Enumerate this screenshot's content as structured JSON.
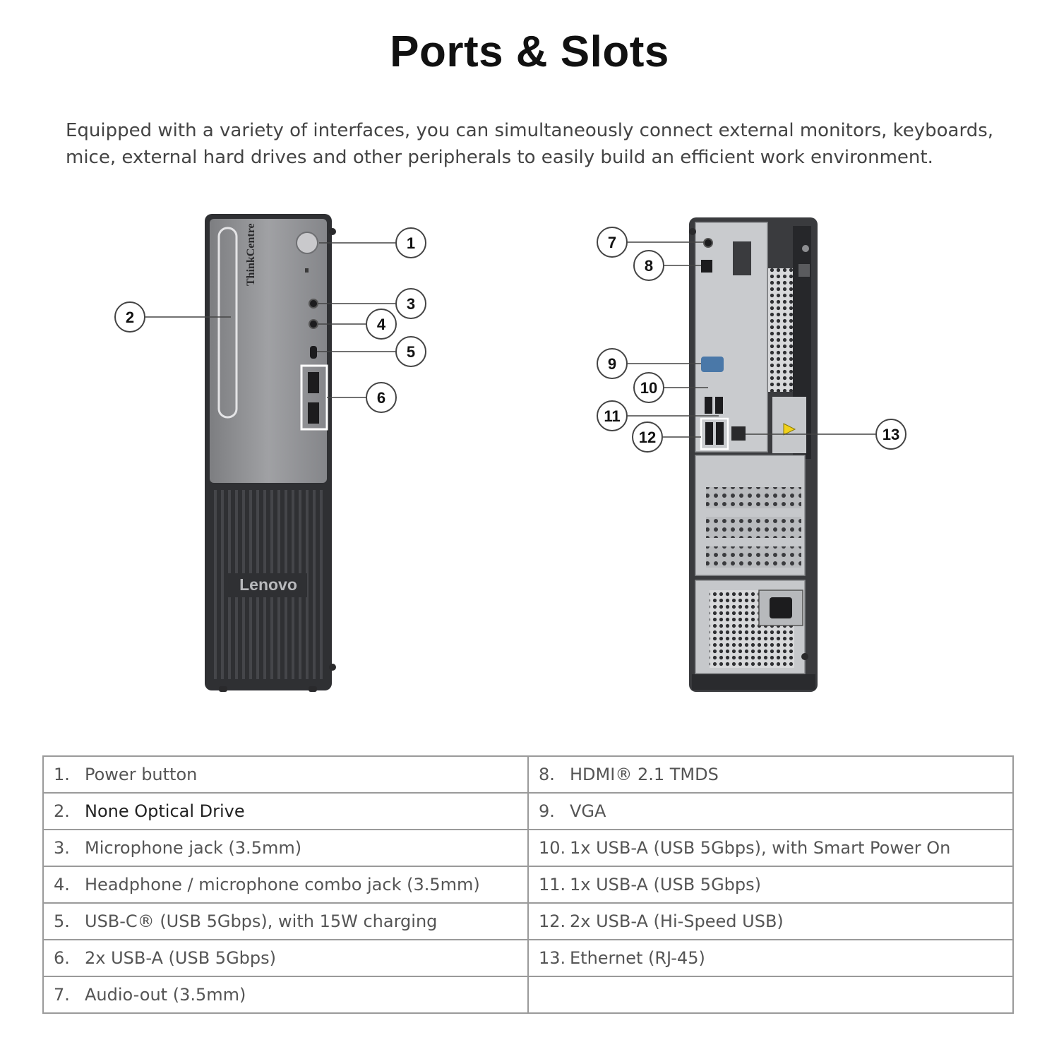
{
  "title": "Ports & Slots",
  "description": "Equipped with a variety of interfaces, you can simultaneously connect external monitors, keyboards, mice, external hard drives and other peripherals to easily build an efficient work environment.",
  "front": {
    "brand_side": "ThinkCentre",
    "brand_logo": "Lenovo"
  },
  "callouts": [
    "1",
    "2",
    "3",
    "4",
    "5",
    "6",
    "7",
    "8",
    "9",
    "10",
    "11",
    "12",
    "13"
  ],
  "table": {
    "left": [
      {
        "num": "1.",
        "label": "Power button"
      },
      {
        "num": "2.",
        "label": "None Optical Drive"
      },
      {
        "num": "3.",
        "label": "Microphone jack (3.5mm)"
      },
      {
        "num": "4.",
        "label": "Headphone / microphone combo jack (3.5mm)"
      },
      {
        "num": "5.",
        "label": "USB-C® (USB 5Gbps), with 15W charging"
      },
      {
        "num": "6.",
        "label": "2x USB-A (USB 5Gbps)"
      },
      {
        "num": "7.",
        "label": "Audio-out (3.5mm)"
      }
    ],
    "right": [
      {
        "num": "8.",
        "label": "HDMI® 2.1 TMDS"
      },
      {
        "num": "9.",
        "label": "VGA"
      },
      {
        "num": "10.",
        "label": "1x USB-A (USB 5Gbps), with Smart Power On"
      },
      {
        "num": "11.",
        "label": "1x USB-A (USB 5Gbps)"
      },
      {
        "num": "12.",
        "label": "2x USB-A (Hi-Speed USB)"
      },
      {
        "num": "13.",
        "label": "Ethernet (RJ-45)"
      },
      {
        "num": "",
        "label": ""
      }
    ]
  },
  "colors": {
    "front_panel": "#8e8f92",
    "chassis": "#3a3b3e",
    "rear_panel": "#c6c8cb",
    "vga": "#4a78a8",
    "warning": "#f2d21b"
  }
}
